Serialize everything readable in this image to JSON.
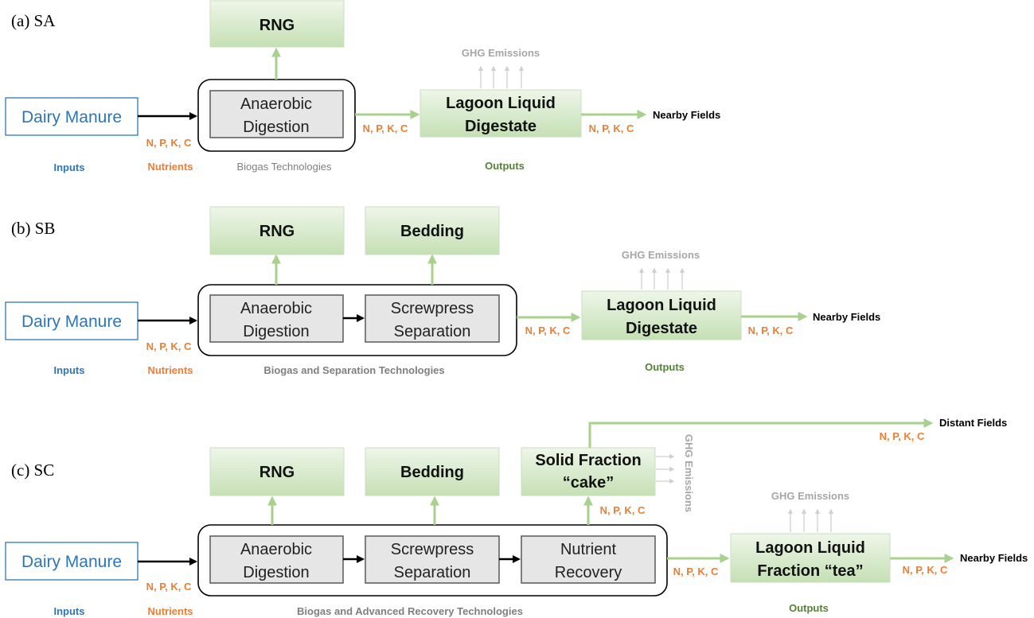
{
  "colors": {
    "input_blue": "#2e75b6",
    "nutrient_orange": "#ed7d31",
    "output_green": "#548235",
    "flow_green": "#a9d18e",
    "label_gray": "#7f7f7f",
    "ghg_gray": "#a6a6a6"
  },
  "panel_a": {
    "title": "(a) SA",
    "input": "Dairy Manure",
    "rng": "RNG",
    "ad_line1": "Anaerobic",
    "ad_line2": "Digestion",
    "lagoon_line1": "Lagoon Liquid",
    "lagoon_line2": "Digestate",
    "ghg": "GHG Emissions",
    "nearby": "Nearby Fields",
    "npkc": "N, P, K, C",
    "inputs_label": "Inputs",
    "nutrients_label": "Nutrients",
    "tech_label": "Biogas Technologies",
    "outputs_label": "Outputs"
  },
  "panel_b": {
    "title": "(b) SB",
    "input": "Dairy Manure",
    "rng": "RNG",
    "bedding": "Bedding",
    "ad_line1": "Anaerobic",
    "ad_line2": "Digestion",
    "sp_line1": "Screwpress",
    "sp_line2": "Separation",
    "lagoon_line1": "Lagoon Liquid",
    "lagoon_line2": "Digestate",
    "ghg": "GHG Emissions",
    "nearby": "Nearby Fields",
    "npkc": "N, P, K, C",
    "inputs_label": "Inputs",
    "nutrients_label": "Nutrients",
    "tech_label": "Biogas and Separation Technologies",
    "outputs_label": "Outputs"
  },
  "panel_c": {
    "title": "(c) SC",
    "input": "Dairy Manure",
    "rng": "RNG",
    "bedding": "Bedding",
    "solid_line1": "Solid Fraction",
    "solid_line2": "“cake”",
    "ad_line1": "Anaerobic",
    "ad_line2": "Digestion",
    "sp_line1": "Screwpress",
    "sp_line2": "Separation",
    "nr_line1": "Nutrient",
    "nr_line2": "Recovery",
    "lagoon_line1": "Lagoon Liquid",
    "lagoon_line2": "Fraction “tea”",
    "ghg": "GHG Emissions",
    "ghg_vertical": "GHG Emissions",
    "nearby": "Nearby Fields",
    "distant": "Distant Fields",
    "npkc": "N, P, K, C",
    "inputs_label": "Inputs",
    "nutrients_label": "Nutrients",
    "tech_label": "Biogas and Advanced Recovery Technologies",
    "outputs_label": "Outputs"
  }
}
